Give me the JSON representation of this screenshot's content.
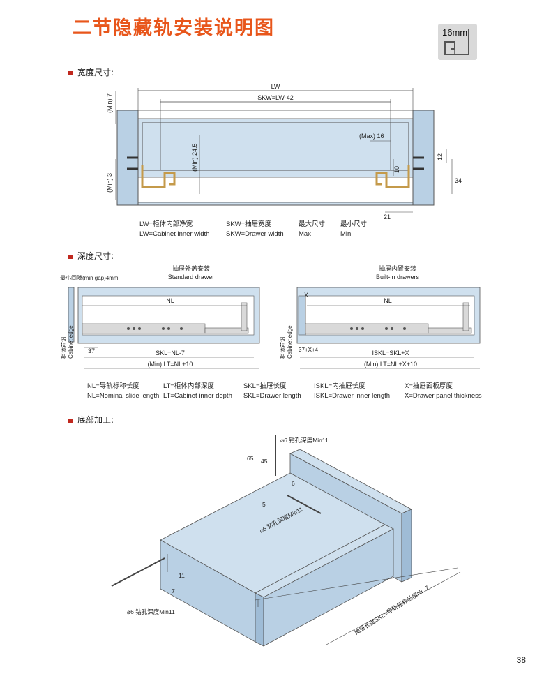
{
  "title": "二节隐藏轨安装说明图",
  "badge": {
    "label": "16mm"
  },
  "sections": {
    "width": "宽度尺寸:",
    "depth": "深度尺寸:",
    "bottom": "底部加工:"
  },
  "width_diagram": {
    "lw": "LW",
    "skw": "SKW=LW-42",
    "min7": "(Min) 7",
    "min3": "(Min) 3",
    "min245": "(Min) 24.5",
    "max16": "(Max) 16",
    "d10": "10",
    "d12": "12",
    "d34": "34",
    "d21": "21",
    "legend": [
      [
        "LW=柜体内部净宽",
        "LW=Cabinet inner width"
      ],
      [
        "SKW=抽屉宽度",
        "SKW=Drawer width"
      ],
      [
        "最大尺寸",
        "Max"
      ],
      [
        "最小尺寸",
        "Min"
      ]
    ]
  },
  "depth_diagram": {
    "min_gap": "最小间隙(min gap)4mm",
    "standard_cn": "抽屉外盖安装",
    "standard_en": "Standard drawer",
    "builtin_cn": "抽屉内置安装",
    "builtin_en": "Built-in drawers",
    "edge_cn": "柜体前沿",
    "edge_en": "Cabinet edge",
    "nl": "NL",
    "d37": "37",
    "skl": "SKL=NL-7",
    "lt": "(Min) LT=NL+10",
    "x": "X",
    "d37x": "37+X+4",
    "iskl": "ISKL=SKL+X",
    "ltx": "(Min) LT=NL+X+10",
    "legend": [
      [
        "NL=导轨标称长度",
        "NL=Nominal slide length"
      ],
      [
        "LT=柜体内部深度",
        "LT=Cabinet inner depth"
      ],
      [
        "SKL=抽屉长度",
        "SKL=Drawer length"
      ],
      [
        "ISKL=内抽屉长度",
        "ISKL=Drawer inner length"
      ],
      [
        "X=抽屉面板厚度",
        "X=Drawer panel thickness"
      ]
    ]
  },
  "bottom_diagram": {
    "drill_top": "⌀6 钻孔深度Min11",
    "drill_mid": "⌀6 钻孔深度Min11",
    "drill_left": "⌀6 钻孔深度Min11",
    "d65": "65",
    "d45": "45",
    "d6": "6",
    "d5": "5",
    "d11": "11",
    "d7": "7",
    "skl": "抽屉长度SKL=导轨标称长度NL-7"
  },
  "page_number": "38",
  "colors": {
    "title": "#e8561b",
    "cabinet": "#cfe0ee",
    "panel": "#b9d0e4",
    "bullet": "#c0281e",
    "rail": "#c49a4a"
  }
}
